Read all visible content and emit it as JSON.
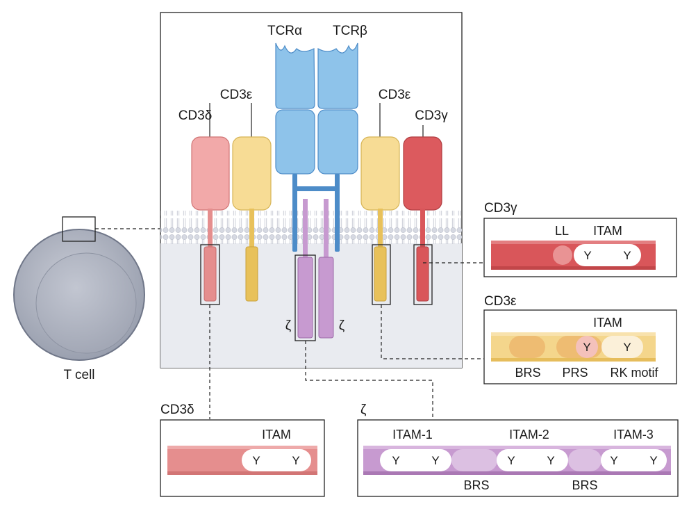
{
  "colors": {
    "cd3_delta": "#e58e8e",
    "cd3_epsilon": "#f4d68c",
    "cd3_gamma": "#d9565a",
    "tcr": "#7fb8e3",
    "zeta": "#c79ad0",
    "membrane": "#e6e8ee",
    "cytoplasm": "#e9ebf0"
  },
  "cell": {
    "label": "T cell"
  },
  "receptor": {
    "tcr_alpha": "TCRα",
    "tcr_beta": "TCRβ",
    "cd3_epsilon_left": "CD3ε",
    "cd3_delta": "CD3δ",
    "cd3_epsilon_right": "CD3ε",
    "cd3_gamma": "CD3γ",
    "zeta_left": "ζ",
    "zeta_right": "ζ"
  },
  "panels": {
    "cd3_gamma": {
      "title": "CD3γ",
      "ll": "LL",
      "itam": "ITAM",
      "y1": "Y",
      "y2": "Y"
    },
    "cd3_epsilon": {
      "title": "CD3ε",
      "itam": "ITAM",
      "y1": "Y",
      "y2": "Y",
      "brs": "BRS",
      "prs": "PRS",
      "rk": "RK motif"
    },
    "cd3_delta": {
      "title": "CD3δ",
      "itam": "ITAM",
      "y1": "Y",
      "y2": "Y"
    },
    "zeta": {
      "title": "ζ",
      "itam1": "ITAM-1",
      "itam2": "ITAM-2",
      "itam3": "ITAM-3",
      "brs1": "BRS",
      "brs2": "BRS",
      "y": [
        "Y",
        "Y",
        "Y",
        "Y",
        "Y",
        "Y"
      ]
    }
  }
}
